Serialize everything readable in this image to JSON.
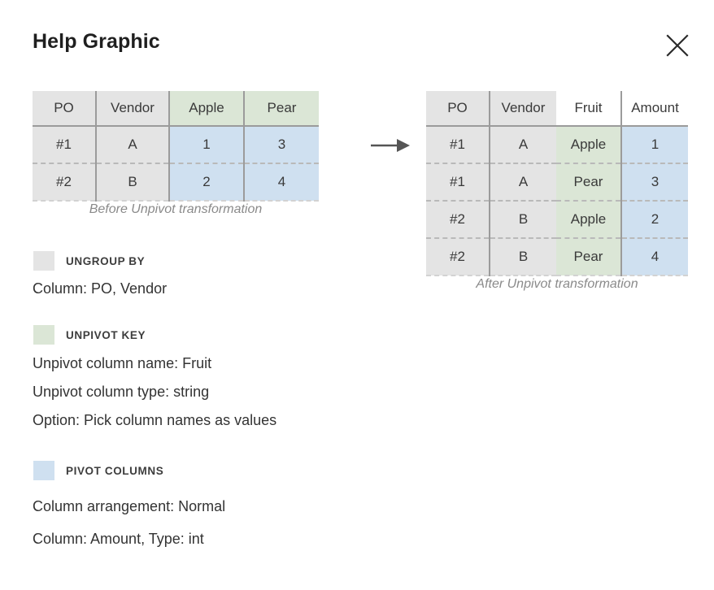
{
  "header": {
    "title": "Help Graphic",
    "close_icon": "close-icon"
  },
  "arrow_icon": "arrow-right-icon",
  "before_table": {
    "caption": "Before Unpivot transformation",
    "columns": [
      {
        "label": "PO",
        "tint": "gray"
      },
      {
        "label": "Vendor",
        "tint": "gray"
      },
      {
        "label": "Apple",
        "tint": "green"
      },
      {
        "label": "Pear",
        "tint": "green"
      }
    ],
    "rows": [
      [
        "#1",
        "A",
        "1",
        "3"
      ],
      [
        "#2",
        "B",
        "2",
        "4"
      ]
    ]
  },
  "after_table": {
    "caption": "After Unpivot transformation",
    "columns": [
      {
        "label": "PO",
        "tint": "gray"
      },
      {
        "label": "Vendor",
        "tint": "gray"
      },
      {
        "label": "Fruit",
        "tint": "white"
      },
      {
        "label": "Amount",
        "tint": "white"
      }
    ],
    "rows": [
      [
        "#1",
        "A",
        "Apple",
        "1"
      ],
      [
        "#1",
        "A",
        "Pear",
        "3"
      ],
      [
        "#2",
        "B",
        "Apple",
        "2"
      ],
      [
        "#2",
        "B",
        "Pear",
        "4"
      ]
    ]
  },
  "legend": [
    {
      "swatch_color": "#e4e4e4",
      "title": "UNGROUP BY",
      "details": [
        "Column: PO, Vendor"
      ]
    },
    {
      "swatch_color": "#dbe6d6",
      "title": "UNPIVOT KEY",
      "details": [
        "Unpivot column name: Fruit",
        "Unpivot column type: string",
        "Option: Pick column names as values"
      ]
    },
    {
      "swatch_color": "#cfe0f0",
      "title": "PIVOT COLUMNS",
      "details": [
        "Column arrangement: Normal",
        "Column: Amount, Type: int"
      ]
    }
  ]
}
